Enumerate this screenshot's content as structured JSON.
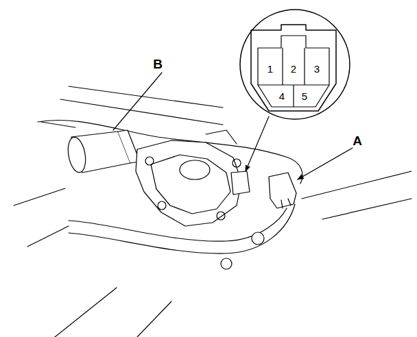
{
  "diagram": {
    "labels": [
      "B",
      "A",
      "1",
      "2",
      "3",
      "4",
      "5"
    ]
  }
}
